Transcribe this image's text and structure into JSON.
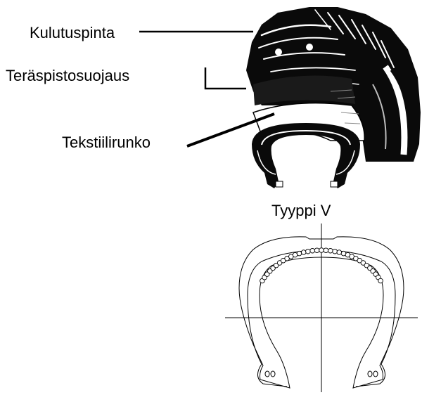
{
  "labels": {
    "tread": "Kulutuspinta",
    "steel_breaker": "Teräspistosuojaus",
    "textile_carcass": "Tekstiilirunko",
    "type": "Tyyppi V"
  },
  "colors": {
    "ink": "#000000",
    "paper": "#ffffff"
  }
}
